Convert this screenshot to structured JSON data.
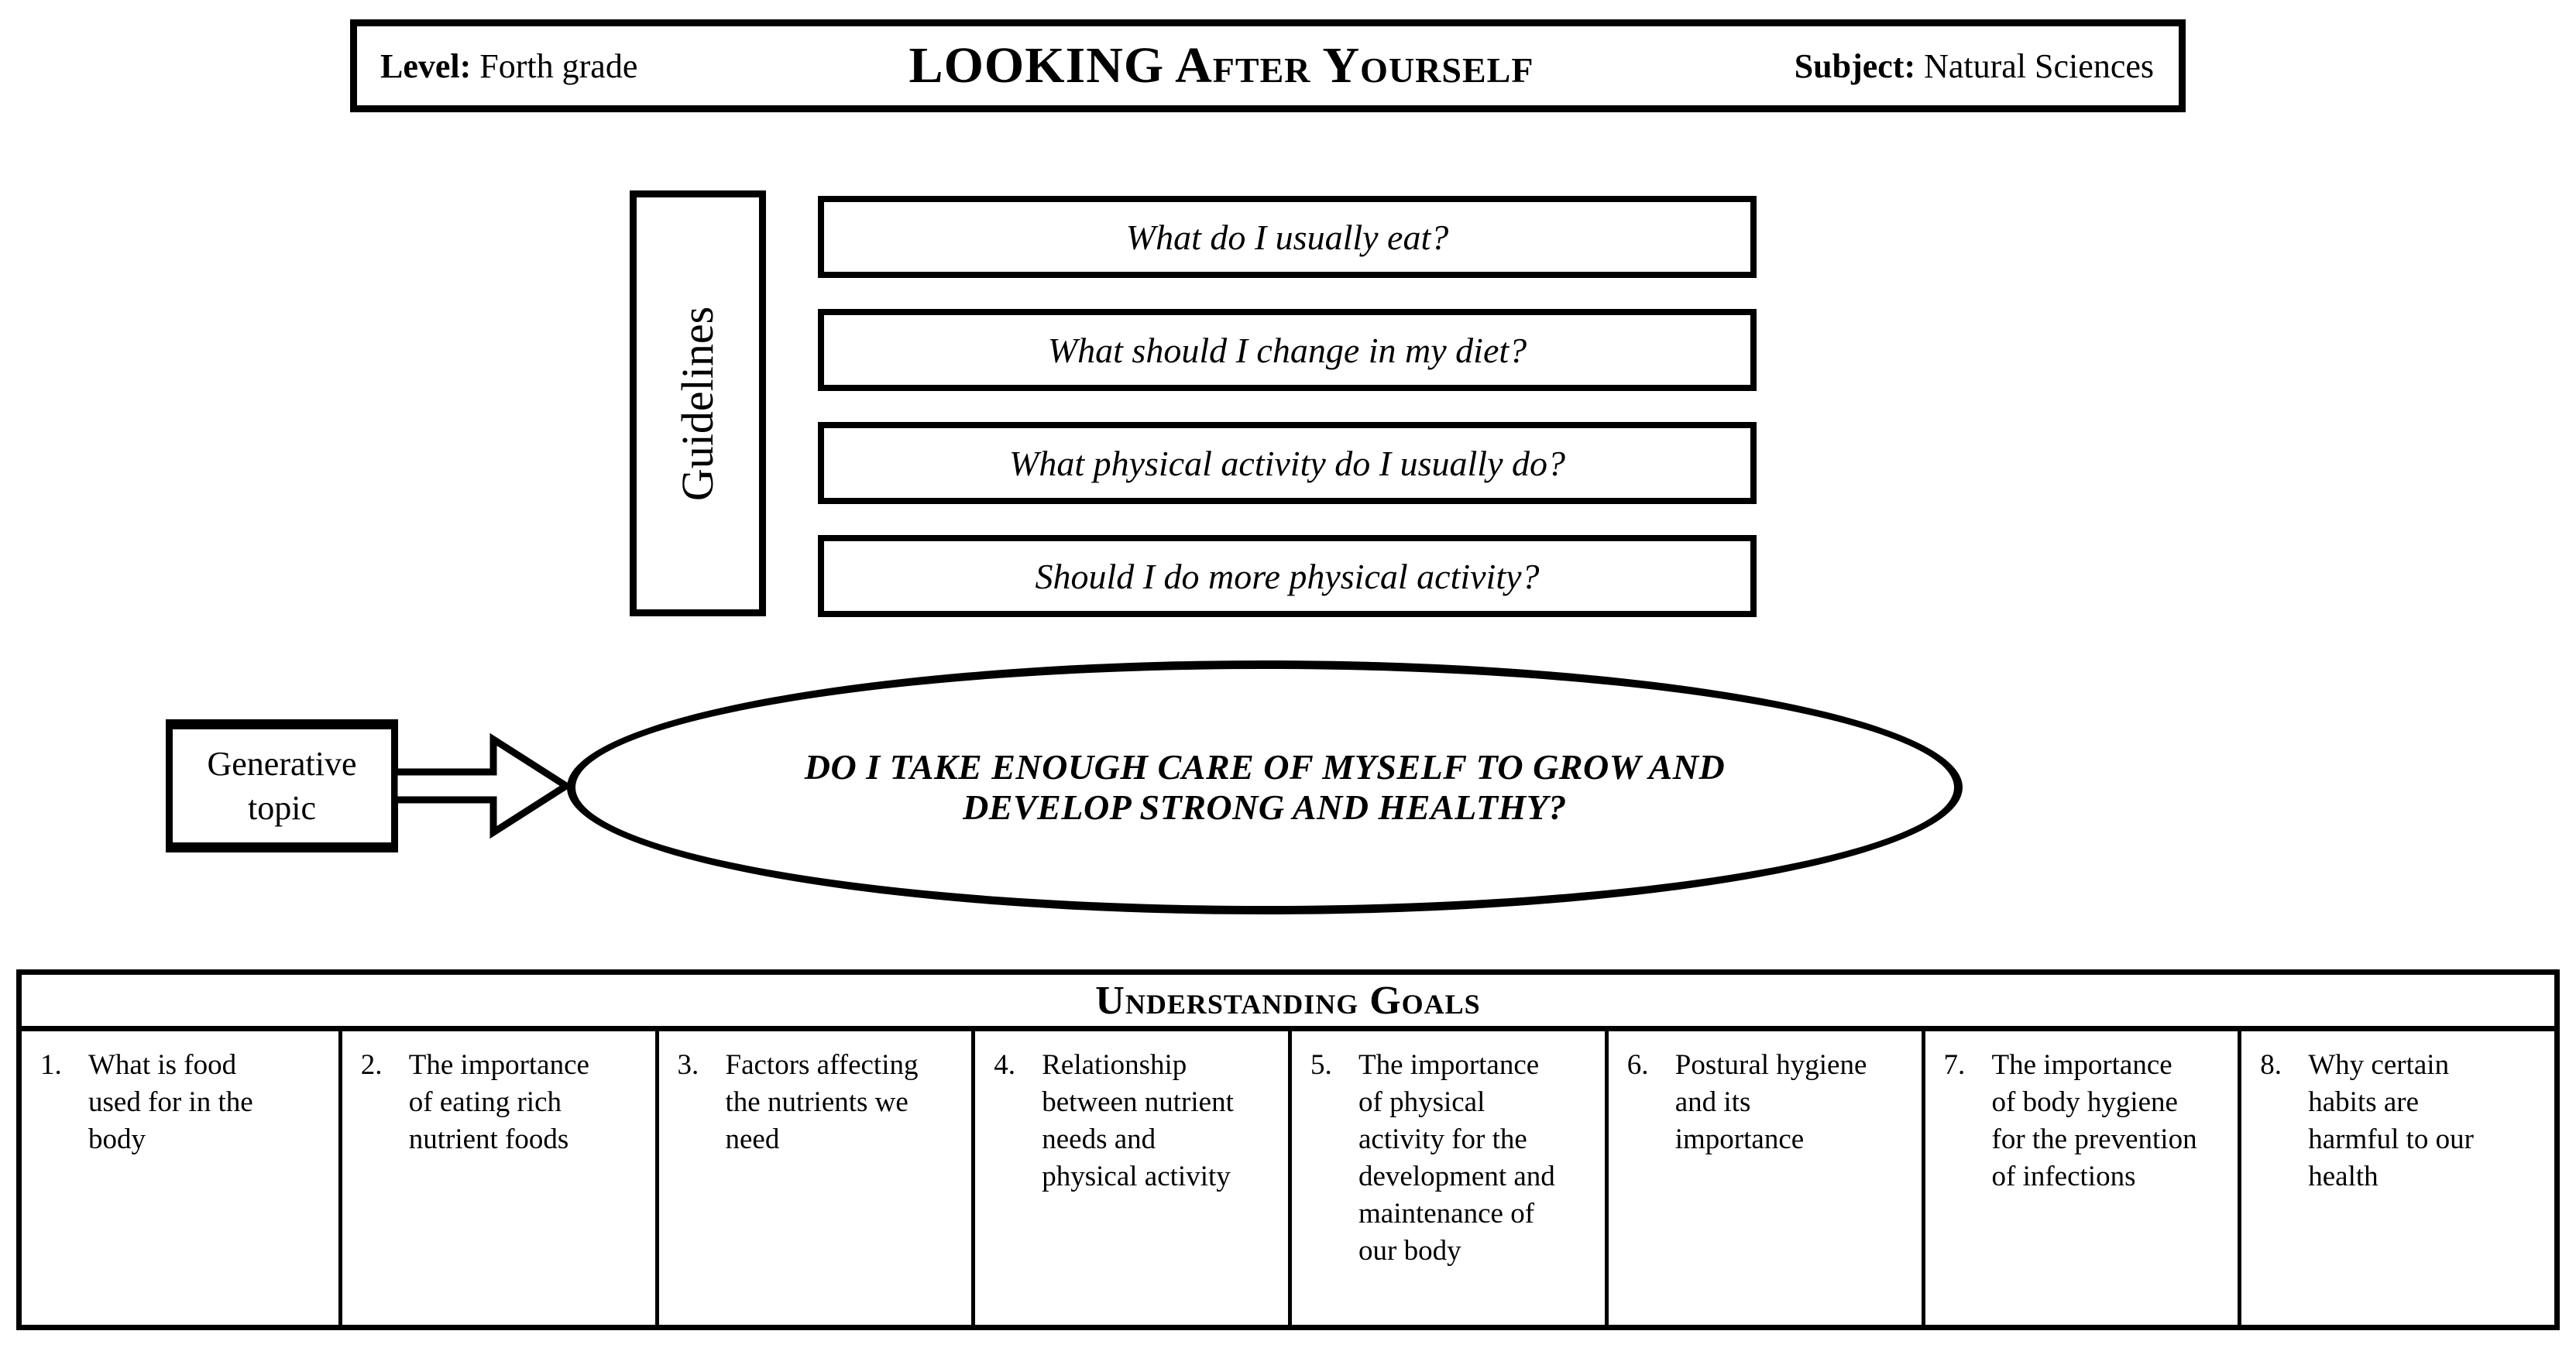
{
  "colors": {
    "ink": "#000000",
    "background": "#ffffff"
  },
  "header": {
    "level_label": "Level:",
    "level_value": "Forth grade",
    "title": "LOOKING After Yourself",
    "subject_label": "Subject:",
    "subject_value": "Natural Sciences"
  },
  "guidelines": {
    "label": "Guidelines",
    "questions": [
      "What do I usually eat?",
      "What should I change in my diet?",
      "What physical activity do I usually do?",
      "Should I do more physical activity?"
    ]
  },
  "generative_topic": {
    "label": "Generative\ntopic",
    "question": "DO I TAKE ENOUGH CARE OF MYSELF TO GROW AND\nDEVELOP STRONG AND HEALTHY?"
  },
  "understanding_goals": {
    "title": "Understanding Goals",
    "items": [
      {
        "number": "1.",
        "text": "What is food\nused for in the\nbody"
      },
      {
        "number": "2.",
        "text": "The importance\nof eating rich\nnutrient foods"
      },
      {
        "number": "3.",
        "text": "Factors affecting\nthe nutrients we\nneed"
      },
      {
        "number": "4.",
        "text": "Relationship\nbetween nutrient\nneeds and\nphysical activity"
      },
      {
        "number": "5.",
        "text": "The importance\nof physical\nactivity for the\ndevelopment and\nmaintenance of\nour body"
      },
      {
        "number": "6.",
        "text": "Postural hygiene\nand its\nimportance"
      },
      {
        "number": "7.",
        "text": "The importance\nof body hygiene\nfor the prevention\nof infections"
      },
      {
        "number": "8.",
        "text": "Why certain\nhabits are\nharmful to our\nhealth"
      }
    ]
  }
}
